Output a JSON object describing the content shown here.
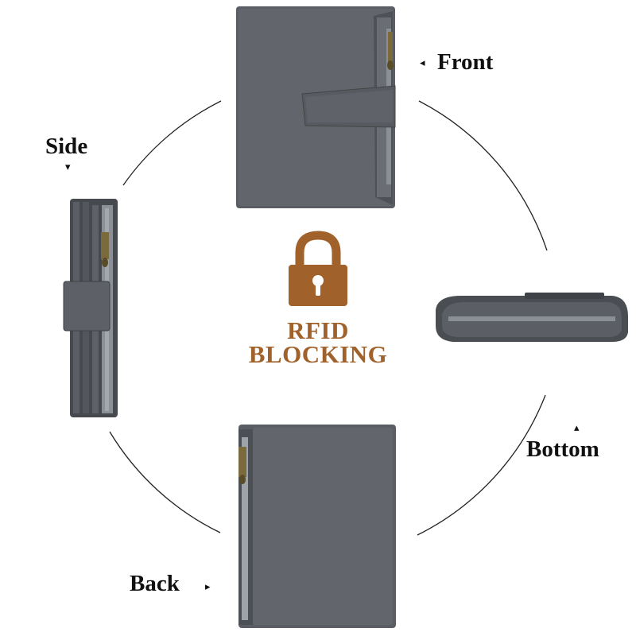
{
  "badge": {
    "line1": "RFID",
    "line2": "BLOCKING",
    "color": "#a0622a"
  },
  "views": {
    "front": {
      "label": "Front",
      "arrow": "◂"
    },
    "side": {
      "label": "Side",
      "arrow": "▾"
    },
    "bottom": {
      "label": "Bottom",
      "arrow": "▴"
    },
    "back": {
      "label": "Back",
      "arrow": "▸"
    }
  },
  "colors": {
    "wallet": "#5b5f65",
    "wallet_dark": "#3f4247",
    "zipper_brass": "#7a6a3c",
    "circle_line": "#222222"
  }
}
